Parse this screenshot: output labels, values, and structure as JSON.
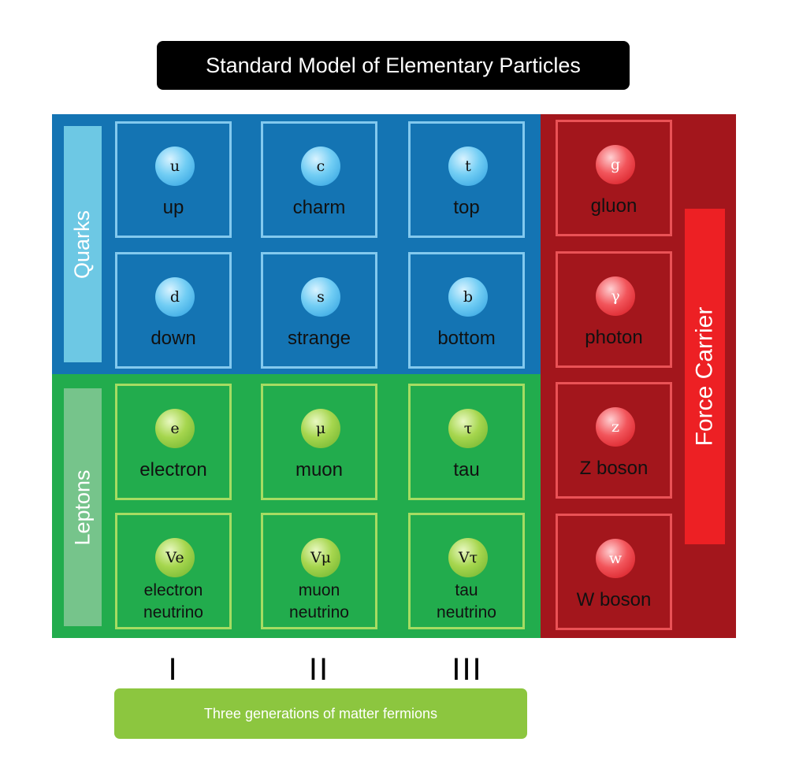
{
  "title": "Standard Model of Elementary Particles",
  "groups": {
    "quarks": "Quarks",
    "leptons": "Leptons",
    "force": "Force Carrier"
  },
  "quarks": [
    {
      "symbol": "u",
      "name": "up"
    },
    {
      "symbol": "c",
      "name": "charm"
    },
    {
      "symbol": "t",
      "name": "top"
    },
    {
      "symbol": "d",
      "name": "down"
    },
    {
      "symbol": "s",
      "name": "strange"
    },
    {
      "symbol": "b",
      "name": "bottom"
    }
  ],
  "leptons": [
    {
      "symbol": "e",
      "name": "electron"
    },
    {
      "symbol": "μ",
      "name": "muon"
    },
    {
      "symbol": "τ",
      "name": "tau"
    },
    {
      "symbol": "Ve",
      "name_l1": "electron",
      "name_l2": "neutrino"
    },
    {
      "symbol": "Vμ",
      "name_l1": "muon",
      "name_l2": "neutrino"
    },
    {
      "symbol": "Vτ",
      "name_l1": "tau",
      "name_l2": "neutrino"
    }
  ],
  "bosons": [
    {
      "symbol": "g",
      "name": "gluon"
    },
    {
      "symbol": "γ",
      "name": "photon"
    },
    {
      "symbol": "z",
      "name": "Z boson"
    },
    {
      "symbol": "w",
      "name": "W boson"
    }
  ],
  "generations": [
    "I",
    "II",
    "III"
  ],
  "footer": "Three generations of matter fermions",
  "colors": {
    "quarks": "#1474b3",
    "leptons": "#22ac4d",
    "force": "#a3161c",
    "footer": "#8cc63f"
  }
}
